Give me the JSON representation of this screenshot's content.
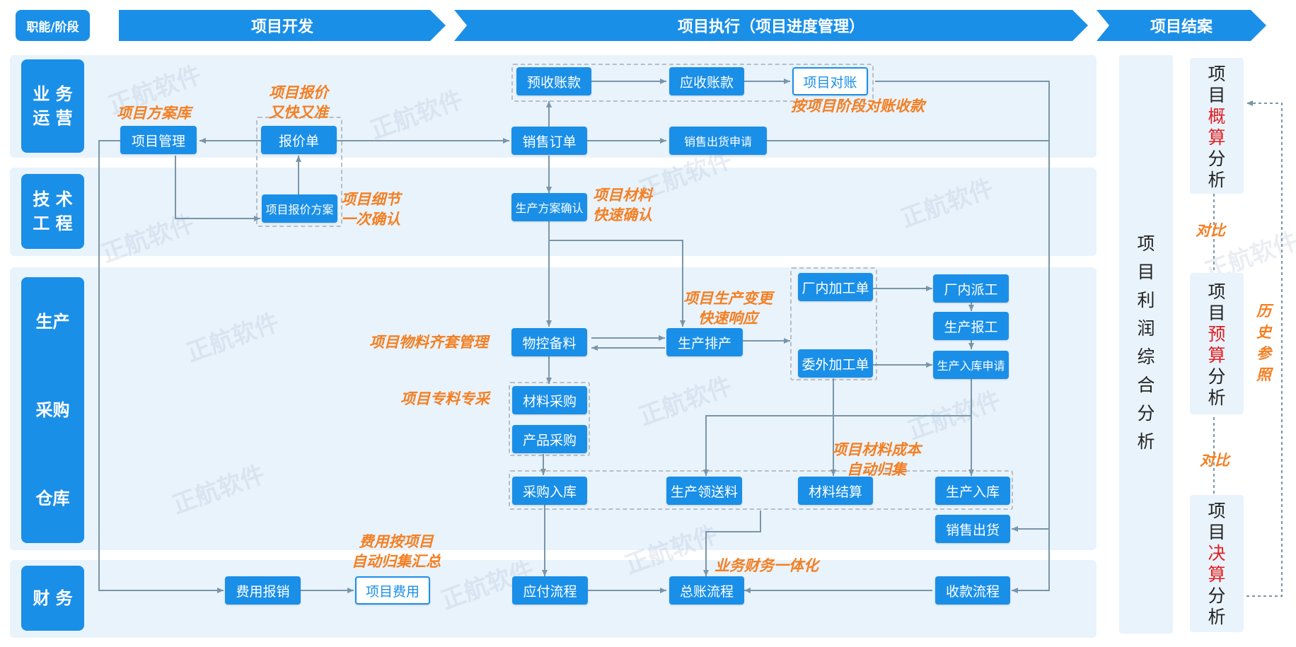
{
  "header": {
    "stage_label": "职能/阶段",
    "phase_develop": "项目开发",
    "phase_execute": "项目执行（项目进度管理）",
    "phase_close": "项目结案"
  },
  "rows": {
    "business": "业 务\n运 营",
    "tech": "技 术\n工 程",
    "production": "生产",
    "purchase": "采购",
    "warehouse": "仓库",
    "finance": "财 务"
  },
  "nodes": {
    "project_mgmt": "项目管理",
    "quote": "报价单",
    "quote_plan": "项目报价方案",
    "advance_receipt": "预收账款",
    "receivable": "应收账款",
    "project_reconcile": "项目对账",
    "sales_order": "销售订单",
    "sales_ship_request": "销售出货申请",
    "prod_plan_confirm": "生产方案确认",
    "material_prep": "物控备料",
    "prod_schedule": "生产排产",
    "inhouse_order": "厂内加工单",
    "inhouse_dispatch": "厂内派工",
    "prod_report": "生产报工",
    "outsource_order": "委外加工单",
    "prod_inbound_request": "生产入库申请",
    "material_purchase": "材料采购",
    "product_purchase": "产品采购",
    "purchase_inbound": "采购入库",
    "prod_material_issue": "生产领送料",
    "material_settle": "材料结算",
    "prod_inbound": "生产入库",
    "sales_shipment": "销售出货",
    "expense_claim": "费用报销",
    "project_expense": "项目费用",
    "payable_flow": "应付流程",
    "ledger_flow": "总账流程",
    "receipt_flow": "收款流程"
  },
  "notes": {
    "plan_library": "项目方案库",
    "quote_fast": "项目报价\n又快又准",
    "reconcile_stage": "按项目阶段对账收款",
    "detail_confirm": "项目细节\n一次确认",
    "material_confirm": "项目材料\n快速确认",
    "change_response": "项目生产变更\n快速响应",
    "material_kit": "项目物料齐套管理",
    "dedicated_purchase": "项目专料专采",
    "cost_collect": "项目材料成本\n自动归集",
    "expense_collect": "费用按项目\n自动归集汇总",
    "biz_fin": "业务财务一体化"
  },
  "side": {
    "profit_analysis": "项\n目\n利\n润\n综\n合\n分\n析",
    "estimate": {
      "pre": "项\n目\n",
      "hl": "概\n算",
      "post": "\n分\n析"
    },
    "budget": {
      "pre": "项\n目\n",
      "hl": "预\n算",
      "post": "\n分\n析"
    },
    "final": {
      "pre": "项\n目\n",
      "hl": "决\n算",
      "post": "\n分\n析"
    },
    "compare1": "对比",
    "compare2": "对比",
    "history": "历\n史\n参\n照"
  },
  "watermark": "正航软件",
  "colors": {
    "primary": "#1a8fe8",
    "accent": "#f47f22",
    "band": "#e9f3fc",
    "line": "#7a96a8",
    "highlight": "#e02020"
  }
}
